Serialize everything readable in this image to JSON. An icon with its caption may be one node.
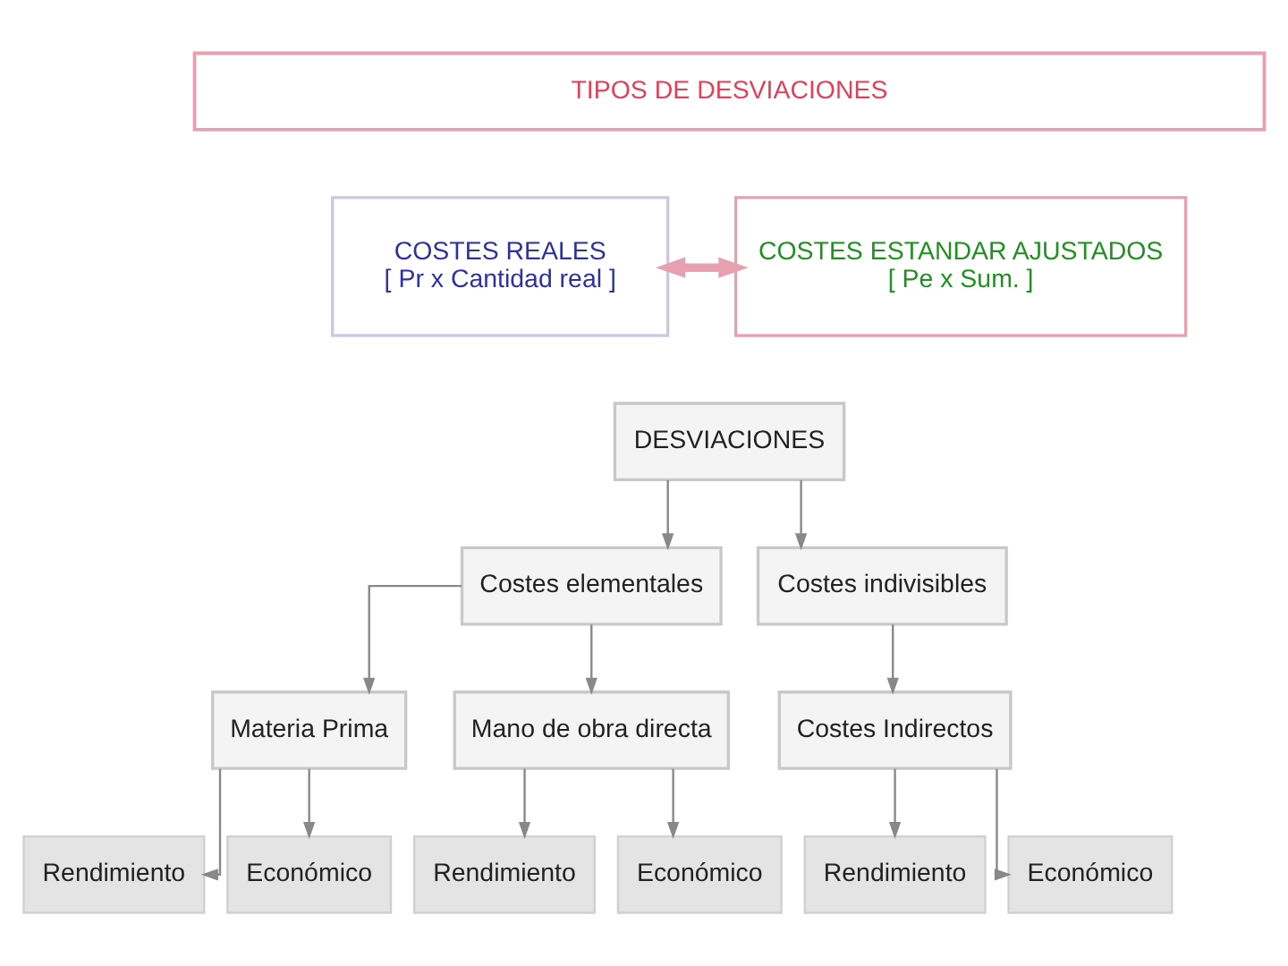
{
  "diagram": {
    "nodes": [
      {
        "text": [
          "TIPOS DE DESVIACIONES"
        ]
      },
      {
        "text": [
          "COSTES REALES",
          "[ Pr x Cantidad real ]"
        ]
      },
      {
        "text": [
          "COSTES ESTANDAR AJUSTADOS",
          "[ Pe x Sum. ]"
        ]
      },
      {
        "text": [
          "DESVIACIONES"
        ]
      },
      {
        "text": [
          "Costes elementales"
        ]
      },
      {
        "text": [
          "Costes indivisibles"
        ]
      },
      {
        "text": [
          "Materia Prima"
        ]
      },
      {
        "text": [
          "Mano de obra directa"
        ]
      },
      {
        "text": [
          "Costes Indirectos"
        ]
      },
      {
        "text": [
          "Rendimiento"
        ]
      },
      {
        "text": [
          "Económico"
        ]
      },
      {
        "text": [
          "Rendimiento"
        ]
      },
      {
        "text": [
          "Económico"
        ]
      },
      {
        "text": [
          "Rendimiento"
        ]
      },
      {
        "text": [
          "Económico"
        ]
      }
    ],
    "edges": [
      {
        "from": 1,
        "to": 2,
        "arrow": "both",
        "style": "thick",
        "color": "#e8a0b0"
      },
      {
        "from": 3,
        "to": 4,
        "arrow": "to"
      },
      {
        "from": 3,
        "to": 5,
        "arrow": "to"
      },
      {
        "from": 4,
        "to": 6,
        "arrow": "to"
      },
      {
        "from": 4,
        "to": 7,
        "arrow": "to"
      },
      {
        "from": 5,
        "to": 8,
        "arrow": "to"
      },
      {
        "from": 6,
        "to": 9,
        "arrow": "to"
      },
      {
        "from": 6,
        "to": 10,
        "arrow": "to"
      },
      {
        "from": 7,
        "to": 11,
        "arrow": "to"
      },
      {
        "from": 7,
        "to": 12,
        "arrow": "to"
      },
      {
        "from": 8,
        "to": 13,
        "arrow": "to"
      },
      {
        "from": 8,
        "to": 14,
        "arrow": "to"
      }
    ]
  }
}
